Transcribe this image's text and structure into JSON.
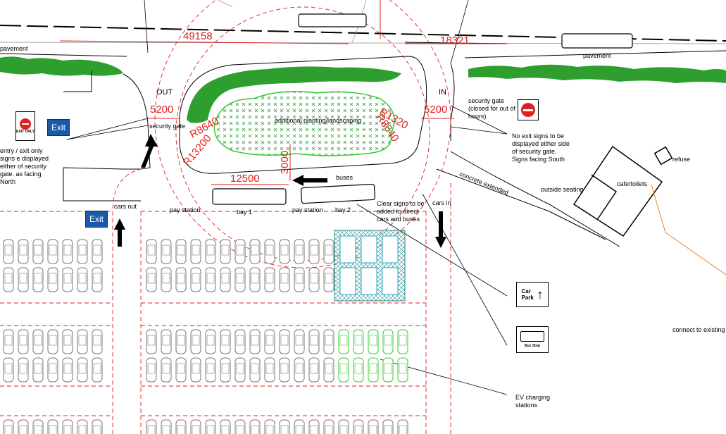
{
  "title": "",
  "colors": {
    "red": "#e02020",
    "green": "#2e9e2e",
    "ev": "#33cc33",
    "exit_blue": "#1a5aa8",
    "connector": "#f08020"
  },
  "labels": {
    "pavement_left": "pavement",
    "pavement_right": "pavement",
    "out": "OUT",
    "in": "IN",
    "security_gate_left": "security gate",
    "security_gate_right": "security gate (closed for out of hours)",
    "no_exit_note": "No exit signs to be displayed either side of security gate. Signs facing South",
    "entry_exit_note": "entry / exit only signs e displayed either of security gate. as facing North",
    "planting": "additional planting/landscaping",
    "buses": "buses",
    "pay_station_1": "pay station",
    "pay_station_2": "pay station",
    "bay1": "bay 1",
    "bay2": "bay 2",
    "clear_signs": "Clear signs to be added to direct cars and buses",
    "cars_out": "cars out",
    "cars_in": "cars in",
    "concrete": "concrete extended",
    "outside_seating": "outside seating",
    "cafe": "cafe/toilets",
    "refuse": "refuse",
    "connect": "connect to existing",
    "ev": "EV charging stations",
    "exit_btn_1": "Exit",
    "exit_btn_2": "Exit",
    "exit_only_sign": "EXIT ONLY",
    "car_park_sign": "Car Park",
    "bus_stop_sign": "Bus Stop"
  },
  "dimensions": {
    "d49158": "49158",
    "d18321": "18321",
    "d5200_left": "5200",
    "d5200_right": "5200",
    "r8640_left": "R8640",
    "r13200_left": "R13200",
    "r1320_right": "R1320",
    "r8640_right": "R8640",
    "d12500": "12500",
    "d3000": "3000"
  }
}
